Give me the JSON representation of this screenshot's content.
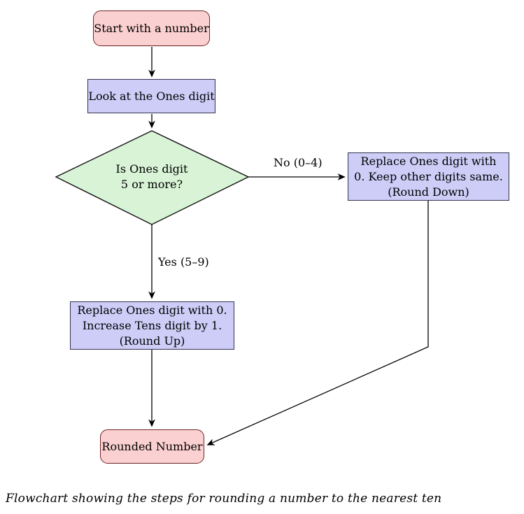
{
  "nodes": {
    "start": {
      "label": "Start with a number"
    },
    "look": {
      "label": "Look at the Ones digit"
    },
    "decision": {
      "lines": [
        "Is Ones digit",
        "5 or more?"
      ]
    },
    "round_down": {
      "lines": [
        "Replace Ones digit with",
        "0. Keep other digits same.",
        "(Round Down)"
      ]
    },
    "round_up": {
      "lines": [
        "Replace Ones digit with 0.",
        "Increase Tens digit by 1.",
        "(Round Up)"
      ]
    },
    "rounded": {
      "label": "Rounded Number"
    }
  },
  "edge_labels": {
    "no": "No (0–4)",
    "yes": "Yes (5–9)"
  },
  "caption": "Flowchart showing the steps for rounding a number to the nearest ten",
  "colors": {
    "pink_fill": "#fbd0d0",
    "pink_border": "#6e2424",
    "blue_fill": "#cdcdf8",
    "blue_border": "#33334d",
    "green_fill": "#d8f3d6",
    "green_border": "#111111",
    "line": "#000000"
  }
}
